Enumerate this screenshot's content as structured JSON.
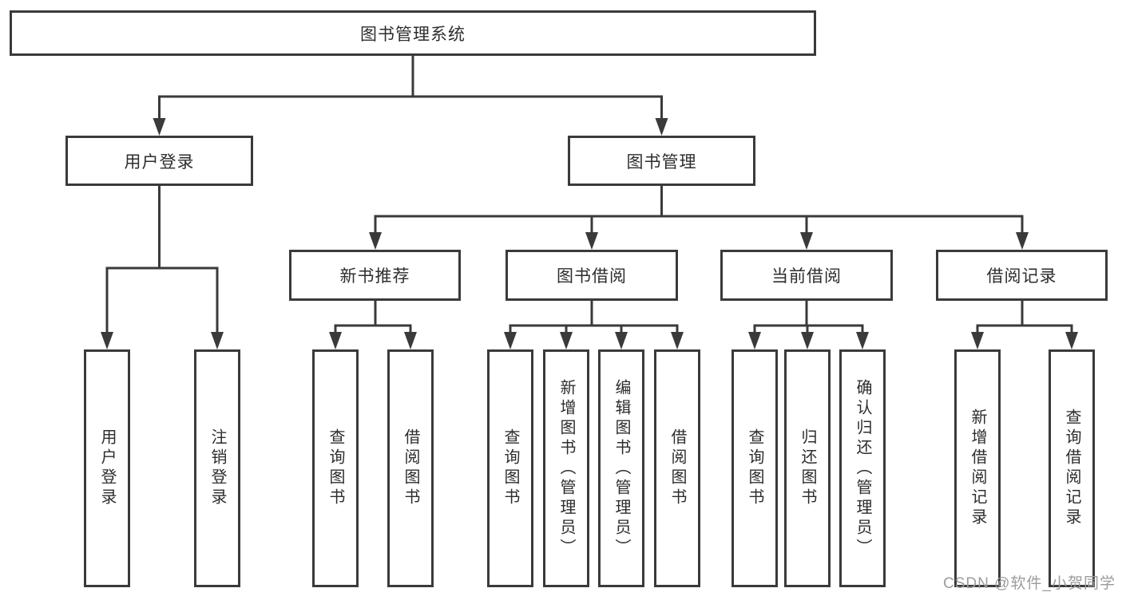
{
  "tree": {
    "label": "图书管理系统",
    "children": [
      {
        "label": "用户登录",
        "children": [
          {
            "label": "用户登录"
          },
          {
            "label": "注销登录"
          }
        ]
      },
      {
        "label": "图书管理",
        "children": [
          {
            "label": "新书推荐",
            "children": [
              {
                "label": "查询图书"
              },
              {
                "label": "借阅图书"
              }
            ]
          },
          {
            "label": "图书借阅",
            "children": [
              {
                "label": "查询图书"
              },
              {
                "label": "新增图书（管理员）"
              },
              {
                "label": "编辑图书（管理员）"
              },
              {
                "label": "借阅图书"
              }
            ]
          },
          {
            "label": "当前借阅",
            "children": [
              {
                "label": "查询图书"
              },
              {
                "label": "归还图书"
              },
              {
                "label": "确认归还（管理员）"
              }
            ]
          },
          {
            "label": "借阅记录",
            "children": [
              {
                "label": "新增借阅记录"
              },
              {
                "label": "查询借阅记录"
              }
            ]
          }
        ]
      }
    ]
  },
  "watermark": {
    "text": "CSDN @软件_小贺同学"
  },
  "colors": {
    "line": "#3a3a3a",
    "text": "#2d2d2d",
    "background": "#ffffff",
    "watermark": "#9c9c9c"
  }
}
